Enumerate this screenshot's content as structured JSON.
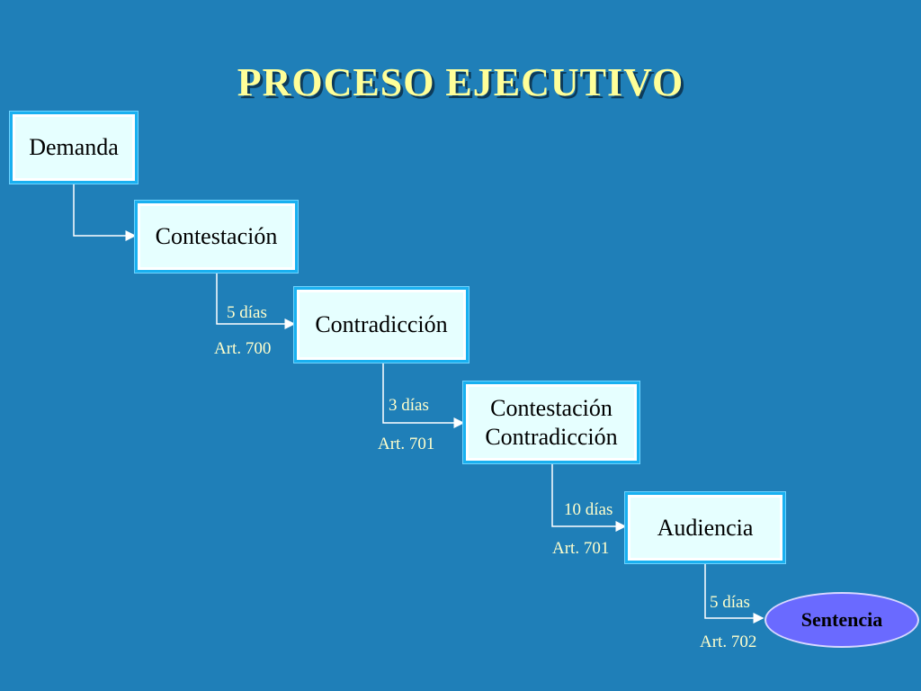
{
  "title": "PROCESO EJECUTIVO",
  "steps": [
    {
      "line1": "Demanda",
      "line2": ""
    },
    {
      "line1": "Contestación",
      "line2": ""
    },
    {
      "line1": "Contradicción",
      "line2": ""
    },
    {
      "line1": "Contestación",
      "line2": "Contradicción"
    },
    {
      "line1": "Audiencia",
      "line2": ""
    }
  ],
  "final_step": "Sentencia",
  "transitions": [
    {
      "days": "",
      "article": ""
    },
    {
      "days": "5 días",
      "article": "Art. 700"
    },
    {
      "days": "3 días",
      "article": "Art. 701"
    },
    {
      "days": "10 días",
      "article": "Art. 701"
    },
    {
      "days": "5 días",
      "article": "Art. 702"
    }
  ],
  "colors": {
    "background": "#1f7fb8",
    "title": "#ffff99",
    "box_fill": "#e6ffff",
    "label_text": "#ffffcc",
    "final_fill": "#6a6aff"
  }
}
